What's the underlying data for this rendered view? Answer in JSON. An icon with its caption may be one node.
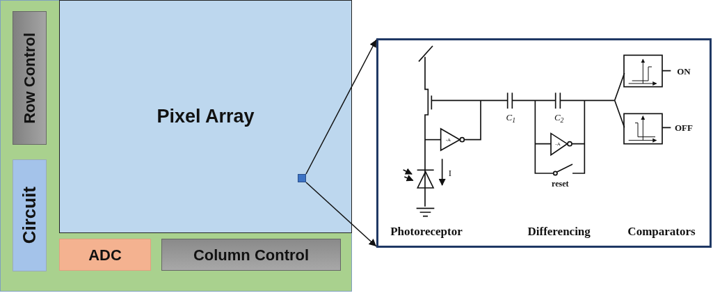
{
  "diagram": {
    "nodes": [
      {
        "text": [],
        "shape": "box"
      },
      {
        "text": [
          "Row Control"
        ],
        "in": 0
      },
      {
        "text": [
          "Circuit"
        ],
        "in": 0
      },
      {
        "text": [
          "Pixel Array"
        ],
        "in": 0
      },
      {
        "text": [],
        "shape": "box",
        "in": 3
      },
      {
        "text": [
          "ADC"
        ],
        "in": 0
      },
      {
        "text": [
          "Column Control"
        ],
        "in": 0
      },
      {
        "text": [],
        "shape": "box"
      }
    ],
    "edges": [
      {
        "from": 4,
        "to": 7,
        "arrow": "to"
      },
      {
        "from": 4,
        "to": 7,
        "arrow": "to"
      }
    ],
    "labels": [
      "ON",
      "C$_{1}$",
      "C$_{2}$",
      "-A",
      "OFF",
      "-A",
      "I",
      "reset",
      "Photoreceptor",
      "Differencing",
      "Comparators"
    ]
  }
}
